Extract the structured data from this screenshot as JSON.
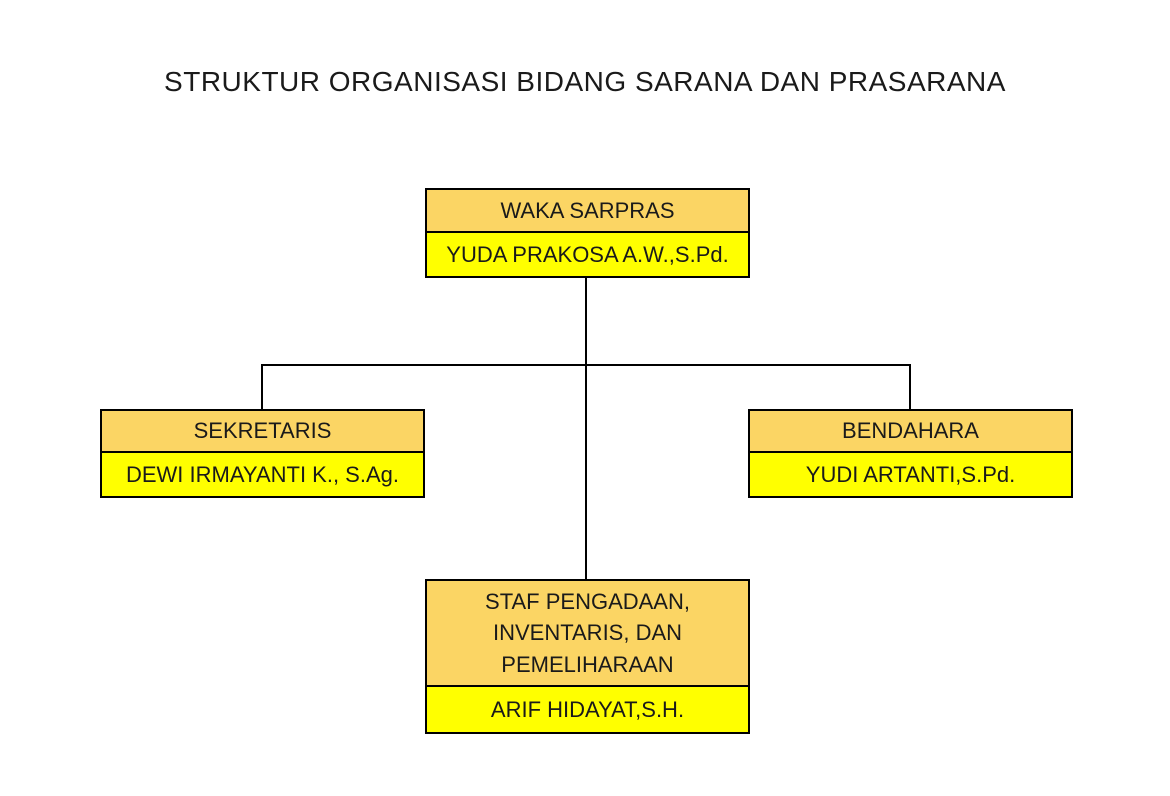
{
  "title": "STRUKTUR ORGANISASI BIDANG SARANA DAN PRASARANA",
  "colors": {
    "background": "#ffffff",
    "header_fill": "#fbd564",
    "name_fill": "#ffff00",
    "border": "#000000",
    "text": "#1a1a1a"
  },
  "nodes": {
    "waka": {
      "role": "WAKA SARPRAS",
      "name": "YUDA PRAKOSA A.W.,S.Pd."
    },
    "sekretaris": {
      "role": "SEKRETARIS",
      "name": "DEWI IRMAYANTI K., S.Ag."
    },
    "bendahara": {
      "role": "BENDAHARA",
      "name": "YUDI ARTANTI,S.Pd."
    },
    "staf": {
      "role_lines": [
        "STAF PENGADAAN,",
        "INVENTARIS, DAN",
        "PEMELIHARAAN"
      ],
      "name": "ARIF HIDAYAT,S.H."
    }
  },
  "edges": [
    {
      "from": "WAKA SARPRAS",
      "to": "SEKRETARIS"
    },
    {
      "from": "WAKA SARPRAS",
      "to": "BENDAHARA"
    },
    {
      "from": "WAKA SARPRAS",
      "to": "STAF PENGADAAN, INVENTARIS, DAN PEMELIHARAAN"
    }
  ]
}
